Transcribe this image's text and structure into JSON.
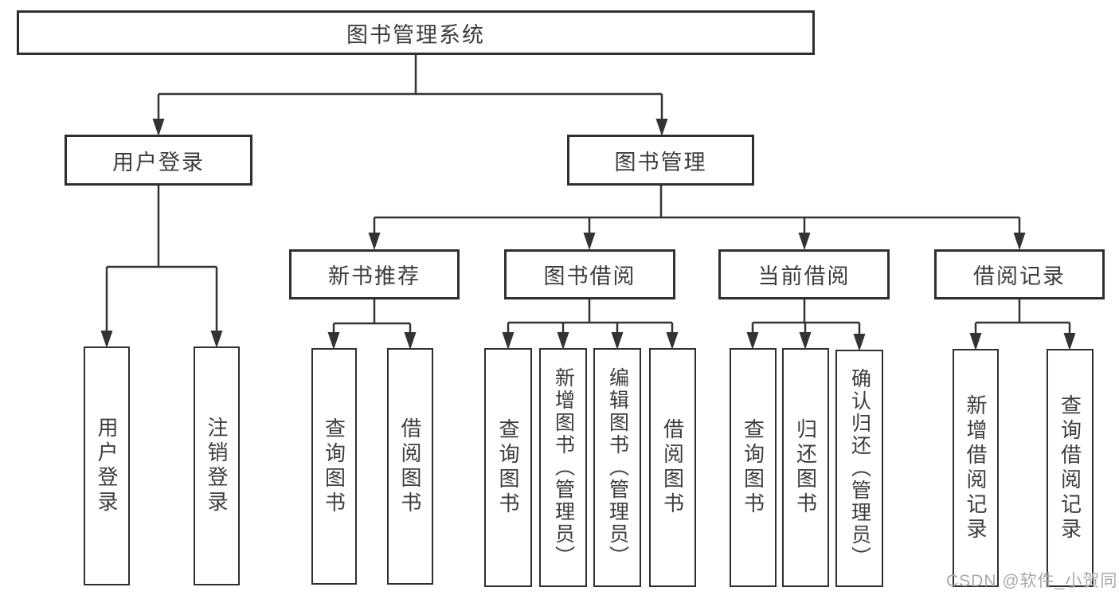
{
  "colors": {
    "line": "#333333",
    "text": "#3d3d3d",
    "background": "#ffffff",
    "watermark": "#a9a9a9"
  },
  "watermark": {
    "text": "CSDN @软件_小贺同学"
  },
  "tree": {
    "root": {
      "label": "图书管理系统"
    },
    "branches": [
      {
        "label": "用户登录",
        "children": [
          {
            "label": "用户登录"
          },
          {
            "label": "注销登录"
          }
        ]
      },
      {
        "label": "图书管理",
        "groups": [
          {
            "label": "新书推荐",
            "children": [
              {
                "label": "查询图书"
              },
              {
                "label": "借阅图书"
              }
            ]
          },
          {
            "label": "图书借阅",
            "children": [
              {
                "label": "查询图书"
              },
              {
                "label": "新增图书（管理员）"
              },
              {
                "label": "编辑图书（管理员）"
              },
              {
                "label": "借阅图书"
              }
            ]
          },
          {
            "label": "当前借阅",
            "children": [
              {
                "label": "查询图书"
              },
              {
                "label": "归还图书"
              },
              {
                "label": "确认归还（管理员）"
              }
            ]
          },
          {
            "label": "借阅记录",
            "children": [
              {
                "label": "新增借阅记录"
              },
              {
                "label": "查询借阅记录"
              }
            ]
          }
        ]
      }
    ]
  }
}
